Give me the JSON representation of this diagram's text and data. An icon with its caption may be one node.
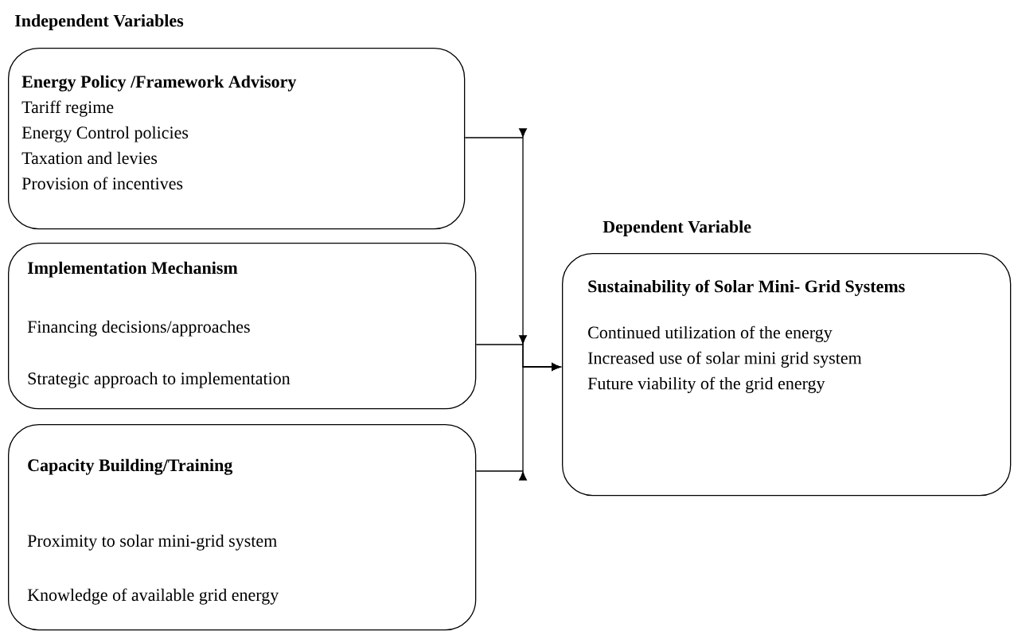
{
  "diagram": {
    "nodes": [
      {
        "text": [
          "Energy Policy /Framework Advisory",
          "Tariff regime",
          "Energy Control policies",
          "Taxation and levies",
          "Provision of incentives"
        ]
      },
      {
        "text": [
          "Implementation Mechanism",
          "Financing decisions/approaches",
          "Strategic approach to implementation"
        ]
      },
      {
        "text": [
          "Capacity Building/Training",
          "Proximity to solar mini-grid system",
          "Knowledge of available grid energy"
        ]
      },
      {
        "text": [
          "Sustainability of Solar Mini- Grid Systems",
          "Continued utilization of the energy",
          "Increased use of solar mini grid system",
          "Future viability of the grid energy"
        ]
      }
    ],
    "edges": [
      {
        "from": 0,
        "to": 3,
        "arrow": "to"
      },
      {
        "from": 1,
        "to": 3,
        "arrow": "to"
      },
      {
        "from": 2,
        "to": 3,
        "arrow": "to"
      }
    ],
    "labels": [
      "Independent Variables",
      "Dependent Variable"
    ]
  }
}
